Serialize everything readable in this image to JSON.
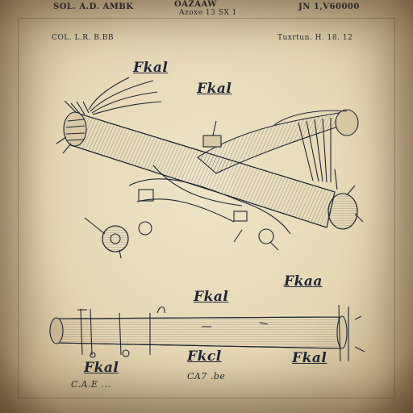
{
  "header": {
    "top_left": "SOL. A.D. AMBK",
    "top_center": "OAZAAW",
    "top_center_sub": "Azoxe 13 SX 1",
    "top_right": "JN 1,V60000",
    "second_left": "COL. L.R. B.BB",
    "second_right": "Tuxrtun. H. 18. 12"
  },
  "figure_labels": {
    "fig_a": "Fkal",
    "fig_b": "Fkal",
    "fig_c": "Fkaa",
    "fig_d": "Fkal",
    "fig_e": "Fkal",
    "fig_f": "Fkcl",
    "fig_g": "Fkal"
  },
  "footer": {
    "sig_left": "C.A.E ...",
    "sig_center": "CA7 .be"
  },
  "colors": {
    "ink": "#1f2638",
    "paper": "#e9dcbc"
  }
}
